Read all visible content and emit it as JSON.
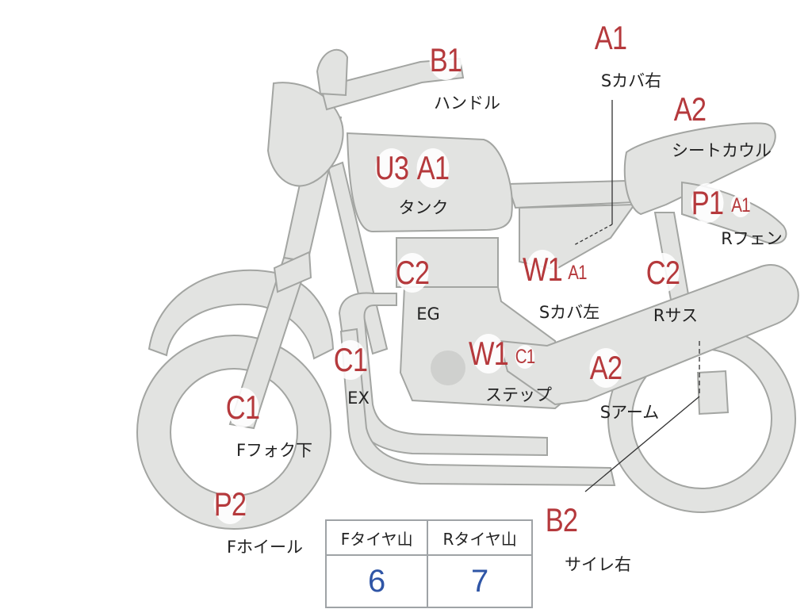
{
  "markers": [
    {
      "id": "B1",
      "code": "B1",
      "label": "ハンドル"
    },
    {
      "id": "A1-scover-r",
      "code": "A1",
      "label": "Sカバ右"
    },
    {
      "id": "A2-seatcowl",
      "code": "A2",
      "label": "シートカウル"
    },
    {
      "id": "U3-tank",
      "code": "U3",
      "label": ""
    },
    {
      "id": "A1-tank",
      "code": "A1",
      "label": "タンク"
    },
    {
      "id": "P1-rfender",
      "code": "P1",
      "label": ""
    },
    {
      "id": "A1-rfender",
      "code": "A1",
      "label": "Rフェン"
    },
    {
      "id": "C2-eg",
      "code": "C2",
      "label": "EG"
    },
    {
      "id": "W1-scover-l",
      "code": "W1",
      "label": ""
    },
    {
      "id": "A1-scover-l",
      "code": "A1",
      "label": "Sカバ左"
    },
    {
      "id": "C2-rsus",
      "code": "C2",
      "label": "Rサス"
    },
    {
      "id": "C1-ex",
      "code": "C1",
      "label": "EX"
    },
    {
      "id": "W1-step",
      "code": "W1",
      "label": ""
    },
    {
      "id": "C1-step",
      "code": "C1",
      "label": "ステップ"
    },
    {
      "id": "A2-sarm",
      "code": "A2",
      "label": "Sアーム"
    },
    {
      "id": "C1-ffork",
      "code": "C1",
      "label": "Fフォク下"
    },
    {
      "id": "P2-fwheel",
      "code": "P2",
      "label": "Fホイール"
    },
    {
      "id": "B2-muffler-r",
      "code": "B2",
      "label": "サイレ右"
    }
  ],
  "tire_table": {
    "front_header": "Fタイヤ山",
    "rear_header": "Rタイヤ山",
    "front_value": "6",
    "rear_value": "7"
  },
  "colors": {
    "part_fill": "#e2e3e1",
    "code_text": "#b5393c",
    "table_value": "#2f55a6"
  }
}
